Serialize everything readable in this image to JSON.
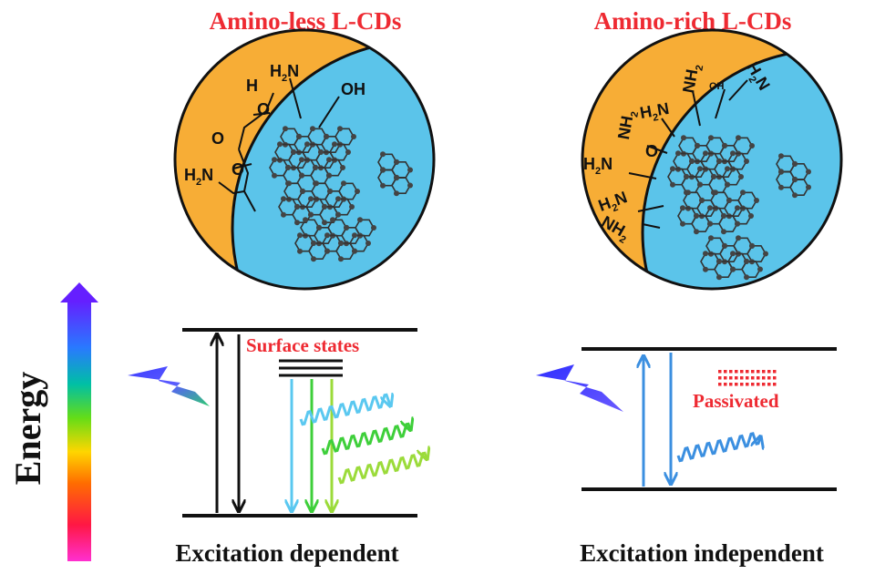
{
  "panels": {
    "left": {
      "title": "Amino-less L-CDs",
      "caption": "Excitation dependent",
      "state_label": "Surface states"
    },
    "right": {
      "title": "Amino-rich L-CDs",
      "caption": "Excitation independent",
      "state_label": "Passivated"
    }
  },
  "energy_axis": {
    "label": "Energy"
  },
  "chemistry": {
    "left": {
      "h2n_top": "H",
      "h2n_top_sub": "2",
      "h2n_top_n": "N",
      "oh": "OH",
      "h": "H",
      "o1": "O",
      "o2": "O",
      "o3": "O",
      "h2n_low": "H",
      "h2n_low_sub": "2",
      "h2n_low_n": "N"
    },
    "right": {
      "nh2_top": "NH",
      "nh2_top_sub": "2",
      "oh": "OH",
      "h2n_right": "H",
      "h2n_right_sub": "2",
      "h2n_right_n": "N",
      "nh2_a": "NH",
      "nh2_a_sub": "2",
      "h2n_b": "H",
      "h2n_b_sub": "2",
      "h2n_b_n": "N",
      "o1": "O",
      "h2n_c": "H",
      "h2n_c_sub": "2",
      "h2n_c_n": "N",
      "h2n_d": "H",
      "h2n_d_sub": "2",
      "h2n_d_n": "N",
      "nh2_e": "NH",
      "nh2_e_sub": "2"
    }
  },
  "colors": {
    "title_red": "#ee2a32",
    "shell_orange": "#f7ad36",
    "core_blue": "#5bc4ea",
    "emission_cyan": "#5ac8f0",
    "emission_green": "#3ecf3a",
    "emission_lime": "#9bdb3a",
    "emission_blue": "#3b8fe0"
  }
}
